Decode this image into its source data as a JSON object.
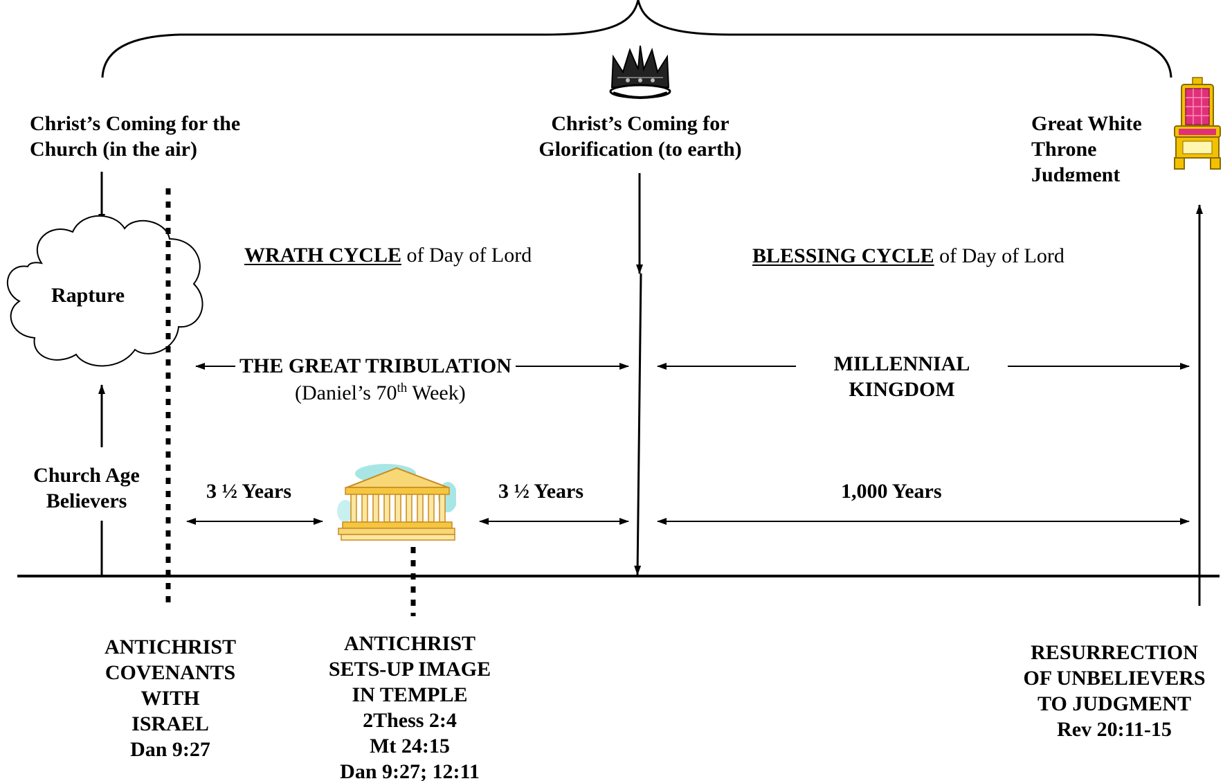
{
  "labels": {
    "church_coming_line1": "Christ’s Coming for the",
    "church_coming_line2": "Church (in the air)",
    "glorification_line1": "Christ’s Coming for",
    "glorification_line2": "Glorification (to earth)",
    "throne_line1": "Great White",
    "throne_line2": "Throne",
    "throne_line3": "Judgment",
    "rapture": "Rapture",
    "wrath_cycle": "WRATH CYCLE",
    "wrath_suffix": " of Day of Lord",
    "blessing_cycle": "BLESSING CYCLE",
    "blessing_suffix": " of Day of Lord",
    "tribulation": "THE GREAT TRIBULATION",
    "daniel_prefix": "(Daniel’s 70",
    "daniel_sup": "th",
    "daniel_suffix": " Week)",
    "millennial_line1": "MILLENNIAL",
    "millennial_line2": "KINGDOM",
    "church_age_line1": "Church Age",
    "church_age_line2": "Believers",
    "years_first_half": "3 ½ Years",
    "years_second_half": "3 ½ Years",
    "years_thousand": "1,000 Years",
    "covenant_lines": [
      "ANTICHRIST",
      "COVENANTS",
      "WITH",
      "ISRAEL",
      "Dan 9:27"
    ],
    "image_lines": [
      "ANTICHRIST",
      "SETS-UP IMAGE",
      "IN TEMPLE",
      "2Thess 2:4",
      "Mt 24:15",
      "Dan 9:27; 12:11"
    ],
    "resurrection_lines": [
      "RESURRECTION",
      "OF UNBELIEVERS",
      "TO JUDGMENT",
      "Rev 20:11-15"
    ]
  },
  "icons": {
    "crown": "crown-icon",
    "throne": "throne-icon",
    "temple": "temple-icon",
    "cloud": "cloud-shape"
  },
  "colors": {
    "ink": "#000000",
    "throne_gold": "#f2c200",
    "throne_pink": "#e0307a",
    "temple_gold": "#f5c640",
    "temple_sky": "#a8e6e6"
  }
}
